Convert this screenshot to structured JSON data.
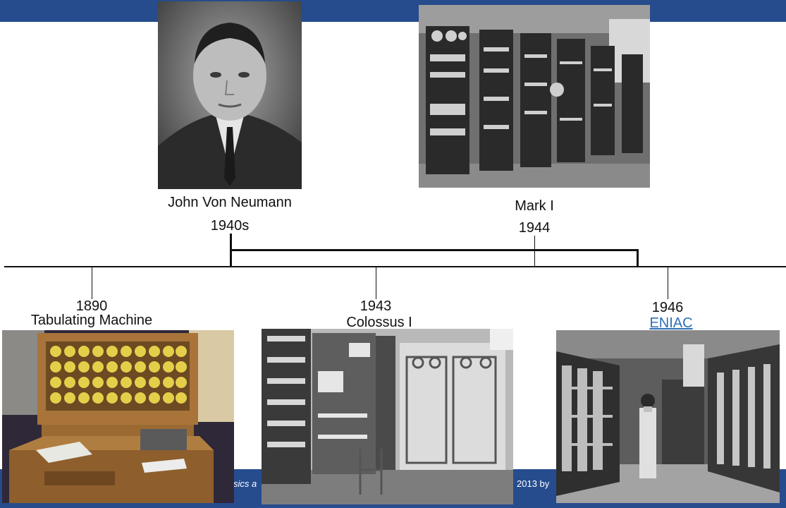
{
  "slide": {
    "footer_left": "sics a",
    "footer_right": "2013 by"
  },
  "timeline_above": [
    {
      "name": "John Von Neumann",
      "year": "1940s",
      "image": "portrait-photo"
    },
    {
      "name": "Mark I",
      "year": "1944",
      "image": "computer-room-photo"
    }
  ],
  "timeline_below": [
    {
      "year": "1890",
      "name": "Tabulating Machine",
      "image": "wooden-cabinet-photo",
      "is_link": false
    },
    {
      "year": "1943",
      "name": "Colossus I",
      "image": "machine-racks-photo",
      "is_link": false
    },
    {
      "year": "1946",
      "name": "ENIAC",
      "image": "computer-hall-photo",
      "is_link": true
    }
  ],
  "colors": {
    "band": "#264c8e",
    "link": "#2f6fb8",
    "text": "#111111"
  }
}
